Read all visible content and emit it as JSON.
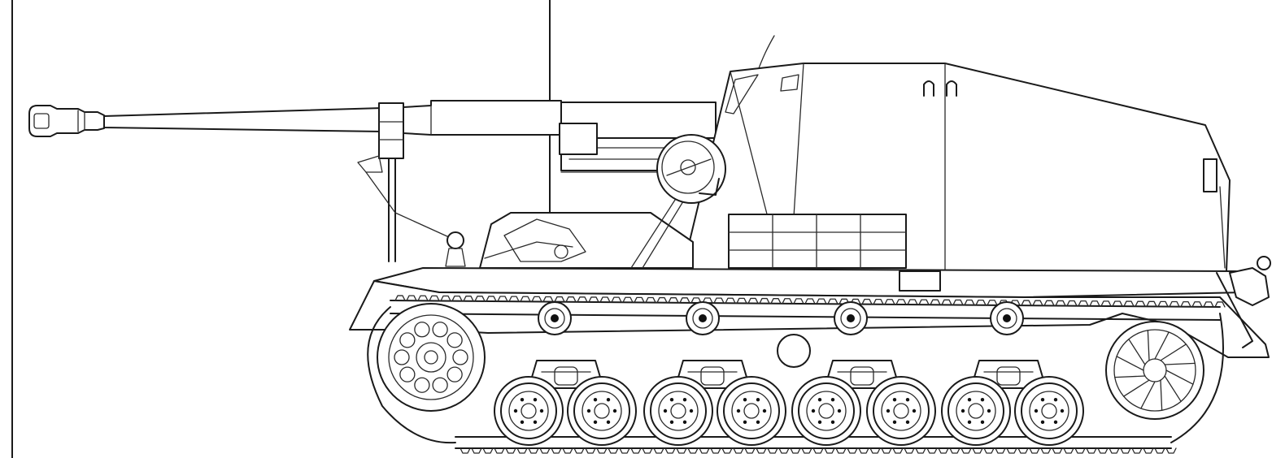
{
  "drawing": {
    "subject": "self-propelled-gun-side-elevation",
    "line_color": "#1a1a1a",
    "background": "#ffffff",
    "road_wheels_count": 8,
    "return_rollers_count": 4
  }
}
